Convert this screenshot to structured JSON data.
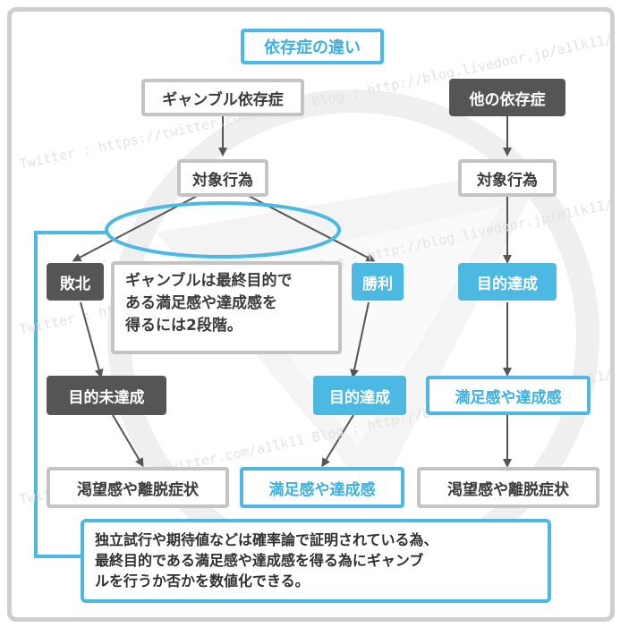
{
  "title": "依存症の違い",
  "watermark": "Twitter : https://twitter.com/a1lk11 Blog : http://blog.livedoor.jp/a1lk11/",
  "left_branch": {
    "top": "ギャンブル依存症",
    "action": "対象行為",
    "defeat": "敗北",
    "win": "勝利",
    "goal_not_achieved": "目的未達成",
    "goal_achieved": "目的達成",
    "craving": "渇望感や離脱症状",
    "satisfaction": "満足感や達成感"
  },
  "right_branch": {
    "top": "他の依存症",
    "action": "対象行為",
    "goal_achieved": "目的達成",
    "satisfaction": "満足感や達成感",
    "craving": "渇望感や離脱症状"
  },
  "explanation_note": {
    "lines": [
      "ギャンブルは最終目的で",
      "ある満足感や達成感を",
      "得るには2段階。"
    ]
  },
  "bottom_note": {
    "lines": [
      "独立試行や期待値などは確率論で証明されている為、",
      "最終目的である満足感や達成感を得る為にギャンブ",
      "ルを行うか否かを数値化できる。"
    ]
  },
  "colors": {
    "blue": "#4cb9e3",
    "dark": "#555555",
    "gray_border": "#c4c4c4",
    "arrow": "#555555"
  }
}
